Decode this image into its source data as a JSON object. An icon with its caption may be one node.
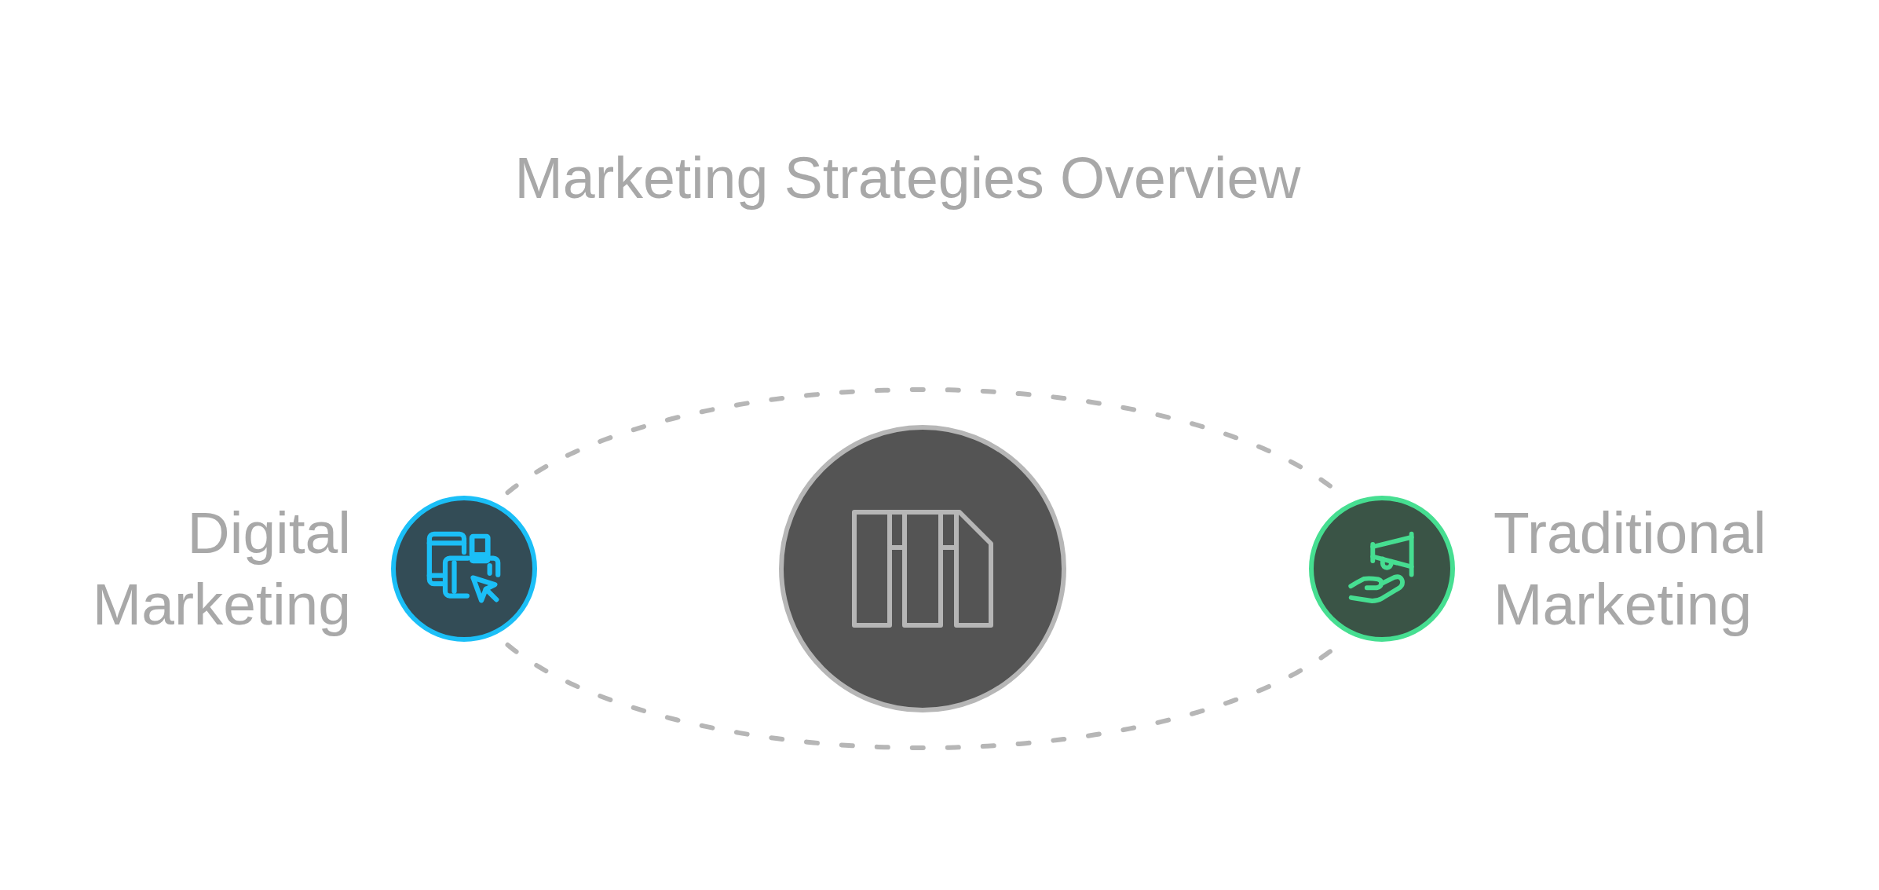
{
  "diagram": {
    "title": "Marketing Strategies Overview",
    "nodes": [
      {
        "text": [
          "Digital Marketing"
        ]
      },
      {
        "text": [],
        "shape": "circle"
      },
      {
        "text": [
          "Traditional Marketing"
        ]
      }
    ],
    "edges": [
      {
        "from": 0,
        "to": 2,
        "arrow": "none",
        "style": "dashed"
      },
      {
        "from": 0,
        "to": 2,
        "arrow": "none",
        "style": "dashed"
      }
    ]
  }
}
